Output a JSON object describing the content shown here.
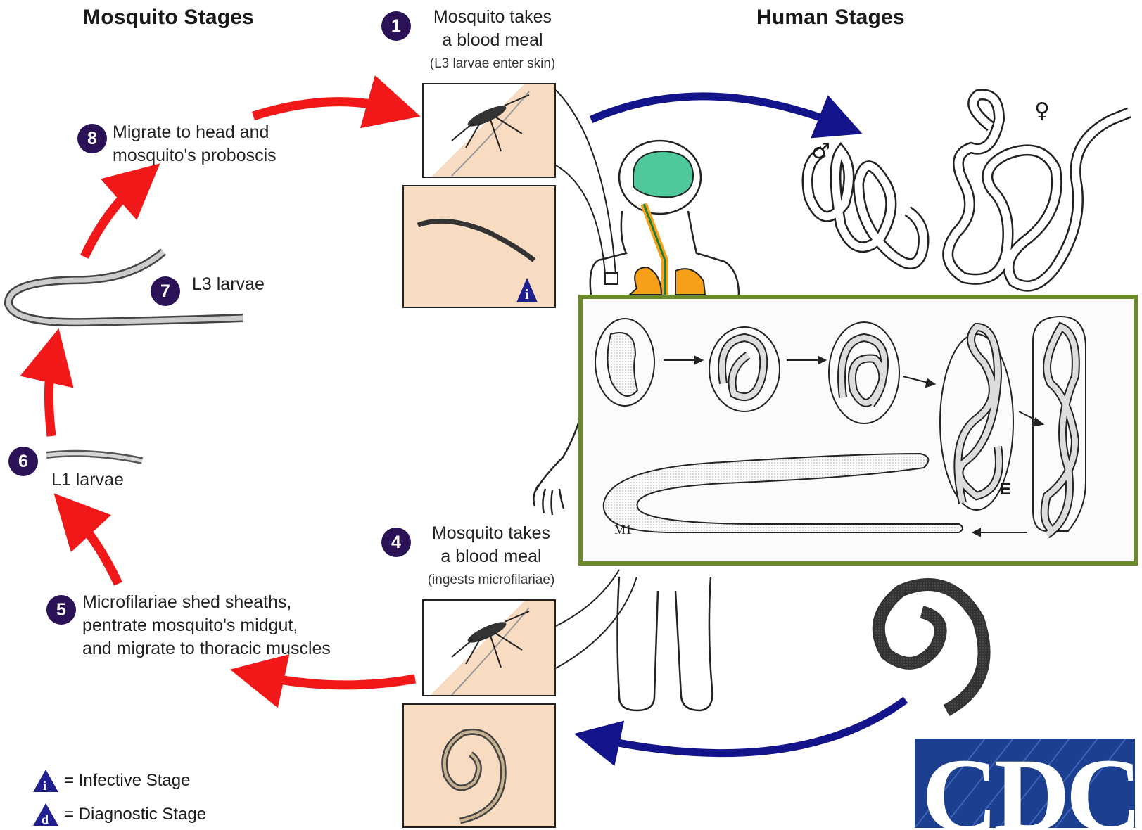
{
  "headings": {
    "mosquito": "Mosquito Stages",
    "human": "Human Stages"
  },
  "steps": [
    {
      "num": "1",
      "text": "Mosquito takes",
      "text2": "a blood meal",
      "sub": "(L3 larvae enter skin)"
    },
    {
      "num": "4",
      "text": "Mosquito takes",
      "text2": "a blood meal",
      "sub": "(ingests microfilariae)"
    },
    {
      "num": "5",
      "text": "Microfilariae shed sheaths,",
      "text2": "pentrate mosquito's midgut,",
      "text3": "and migrate to thoracic muscles"
    },
    {
      "num": "6",
      "text": "L1 larvae"
    },
    {
      "num": "7",
      "text": "L3 larvae"
    },
    {
      "num": "8",
      "text": "Migrate to head and",
      "text2": "mosquito's proboscis"
    }
  ],
  "legend": {
    "infective_symbol": "i",
    "infective": "= Infective Stage",
    "diagnostic_symbol": "d",
    "diagnostic": "= Diagnostic Stage"
  },
  "sex_symbols": {
    "male": "♂",
    "female": "♀"
  },
  "inset": {
    "label_e": "E",
    "label_m": "M1"
  },
  "logo": {
    "text": "CDC"
  },
  "colors": {
    "mosquito_arrow": "#f01818",
    "human_arrow": "#14148a",
    "step_badge": "#2b1257",
    "inset_border": "#6b8a2e",
    "peach": "#f8dcc2",
    "brain": "#4fc99b",
    "lung": "#f7a11a",
    "logo_bg": "#1d3f8f"
  }
}
